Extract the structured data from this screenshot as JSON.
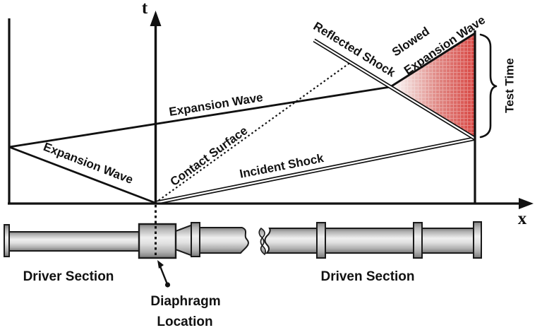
{
  "xt_diagram": {
    "t_axis_label": "t",
    "x_axis_label": "x",
    "expansion_wave_right_label": "Expansion Wave",
    "expansion_wave_left_label": "Expansion Wave",
    "contact_surface_label": "Contact Surface",
    "incident_shock_label": "Incident Shock",
    "reflected_shock_label": "Reflected Shock",
    "slowed_expansion_label_line1": "Slowed",
    "slowed_expansion_label_line2": "Expansion Wave",
    "test_time_label": "Test Time",
    "colors": {
      "test_region_red": "#d94743",
      "line_color": "#111111"
    }
  },
  "apparatus": {
    "driver_section_label": "Driver Section",
    "diaphragm_label_line1": "Diaphragm",
    "diaphragm_label_line2": "Location",
    "driven_section_label": "Driven Section",
    "colors": {
      "metal_light": "#efefef",
      "metal_dark": "#7e7e7e"
    }
  }
}
